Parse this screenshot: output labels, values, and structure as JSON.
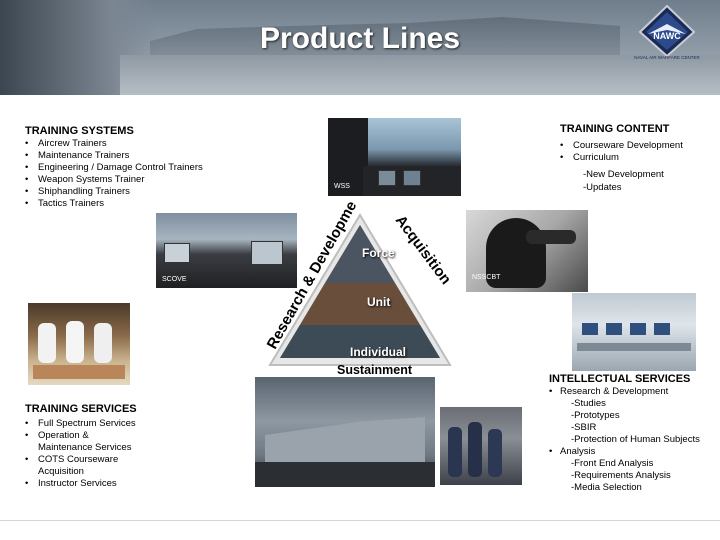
{
  "header": {
    "title": "Product Lines",
    "logo_text": "NAWC",
    "logo_caption": "NAVAL AIR WARFARE CENTER"
  },
  "training_systems": {
    "heading": "TRAINING SYSTEMS",
    "items": [
      "Aircrew Trainers",
      "Maintenance Trainers",
      "Engineering / Damage Control Trainers",
      "Weapon Systems Trainer",
      "Shiphandling Trainers",
      "Tactics Trainers"
    ]
  },
  "training_content": {
    "heading": "TRAINING CONTENT",
    "items": [
      {
        "label": "Courseware Development",
        "subs": []
      },
      {
        "label": "Curriculum",
        "subs": [
          "-New Development",
          "-Updates"
        ]
      }
    ]
  },
  "training_services": {
    "heading": "TRAINING SERVICES",
    "items": [
      "Full Spectrum Services",
      "Operation &",
      "Maintenance Services",
      "COTS Courseware",
      "Acquisition",
      "Instructor Services"
    ]
  },
  "intellectual_services": {
    "heading": "INTELLECTUAL SERVICES",
    "items": [
      {
        "label": "Research & Development",
        "subs": [
          "-Studies",
          "-Prototypes",
          "-SBIR",
          "-Protection of Human Subjects"
        ]
      },
      {
        "label": "Analysis",
        "subs": [
          "-Front End Analysis",
          "-Requirements Analysis",
          "-Media Selection"
        ]
      }
    ]
  },
  "triangle": {
    "left_arc": "Research & Development",
    "right_arc": "Acquisition",
    "force": "Force",
    "unit": "Unit",
    "individual": "Individual",
    "sustainment": "Sustainment"
  },
  "captions": {
    "photo_cockpit": "WSS",
    "photo_bridge": "SCOVE",
    "photo_binoculars": "NSSCBT"
  },
  "bullet": "•",
  "colors": {
    "title_text": "#ffffff",
    "header_band": "#8a97a3",
    "logo_navy": "#1a2a55"
  }
}
